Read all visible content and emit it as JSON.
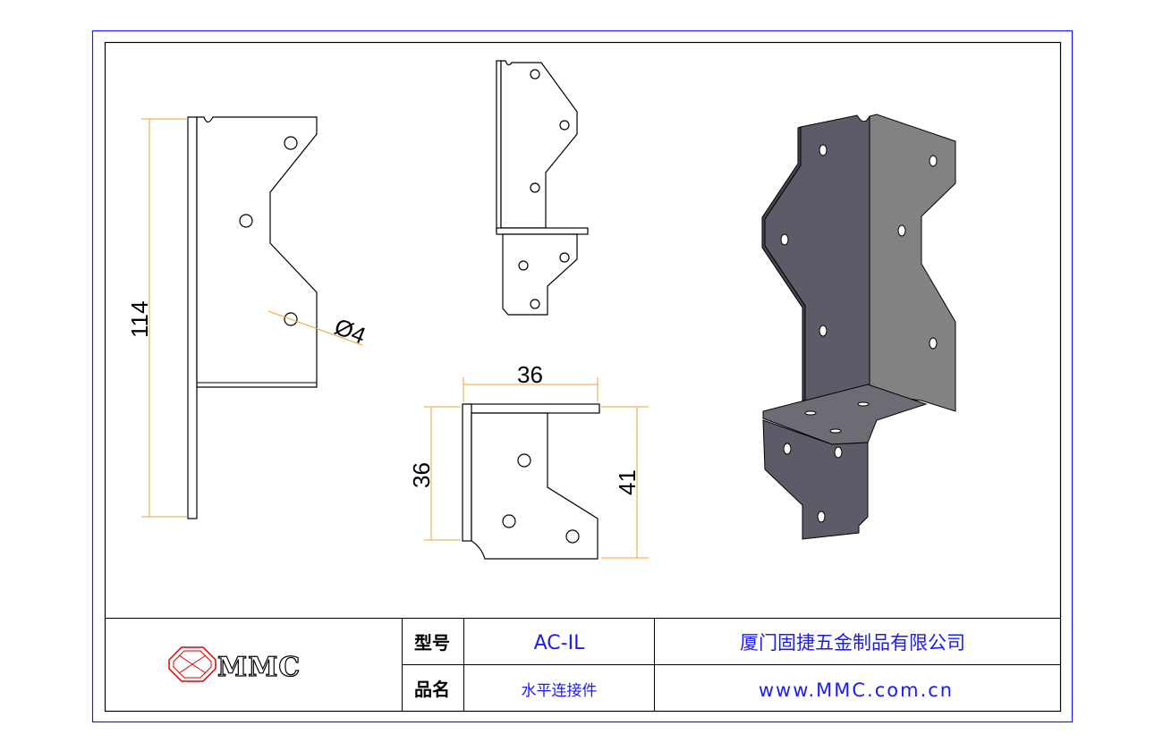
{
  "dimensions": {
    "height_side": "114",
    "hole_diameter": "Ø4",
    "width_top": "36",
    "height_left": "36",
    "height_right": "41"
  },
  "title_block": {
    "logo_text": "MMC",
    "model_label": "型号",
    "model_value": "AC-IL",
    "name_label": "品名",
    "name_value": "水平连接件",
    "company": "厦门固捷五金制品有限公司",
    "website": "www.MMC.com.cn"
  },
  "colors": {
    "outer_border": "#1a1aff",
    "dimension_lines": "#f0a040",
    "title_text": "#1a1aff",
    "logo": "#e00000"
  }
}
